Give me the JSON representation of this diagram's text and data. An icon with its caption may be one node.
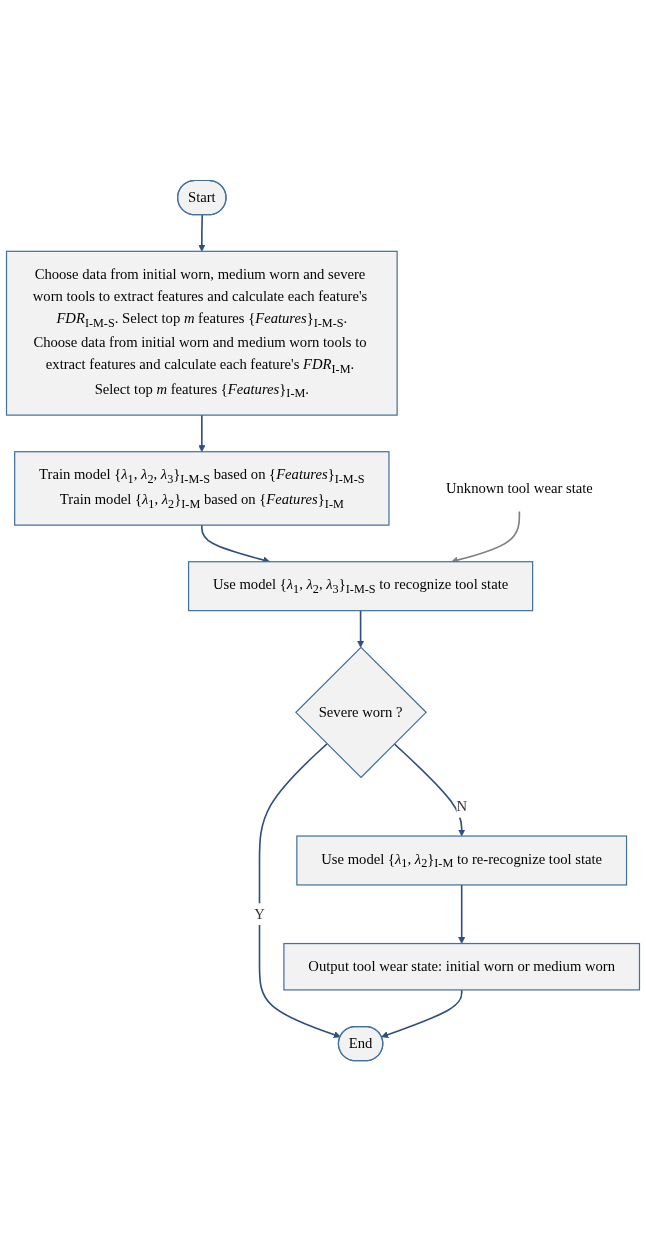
{
  "diagram": {
    "nodes": [
      {
        "text": [
          "Start"
        ]
      },
      {
        "text": [
          "Choose data from initial worn, medium worn and severe worn tools to extract features and calculate each feature's *FDR*$_{I-M-S}$. Select top *m* features {*Features*}$_{I-M-S}$.",
          "Choose data from initial worn and medium worn tools to extract features and calculate each feature's *FDR*$_{I-M}$. Select top *m* features {*Features*}$_{I-M}$."
        ]
      },
      {
        "text": [
          "Train model {*λ*$_{1}$, *λ*$_{2}$, *λ*$_{3}$}$_{I-M-S}$ based on {*Features*}$_{I-M-S}$",
          "Train model {*λ*$_{1}$, *λ*$_{2}$}$_{I-M}$ based on {*Features*}$_{I-M}$"
        ]
      },
      {
        "text": [
          "Unknown tool wear state"
        ]
      },
      {
        "text": [
          "Use model {*λ*$_{1}$, *λ*$_{2}$, *λ*$_{3}$}$_{I-M-S}$ to recognize tool state"
        ]
      },
      {
        "text": [
          "Severe worn ?"
        ]
      },
      {
        "text": [
          "Use model {*λ*$_{1}$, *λ*$_{2}$}$_{I-M}$ to re-recognize tool state"
        ]
      },
      {
        "text": [
          "Output tool wear state: initial worn or medium worn"
        ]
      },
      {
        "text": [
          "End"
        ]
      }
    ],
    "edges": [
      {
        "from": 0,
        "to": 1,
        "arrow": "to"
      },
      {
        "from": 1,
        "to": 2,
        "arrow": "to"
      },
      {
        "from": 2,
        "to": 4,
        "arrow": "to"
      },
      {
        "from": 3,
        "to": 4,
        "arrow": "to",
        "color": "#7f7f7f"
      },
      {
        "from": 4,
        "to": 5,
        "arrow": "to"
      },
      {
        "from": 5,
        "to": 6,
        "arrow": "to",
        "label": "N"
      },
      {
        "from": 5,
        "to": 8,
        "arrow": "to",
        "label": "Y"
      },
      {
        "from": 6,
        "to": 7,
        "arrow": "to"
      },
      {
        "from": 7,
        "to": 8,
        "arrow": "to"
      }
    ]
  }
}
